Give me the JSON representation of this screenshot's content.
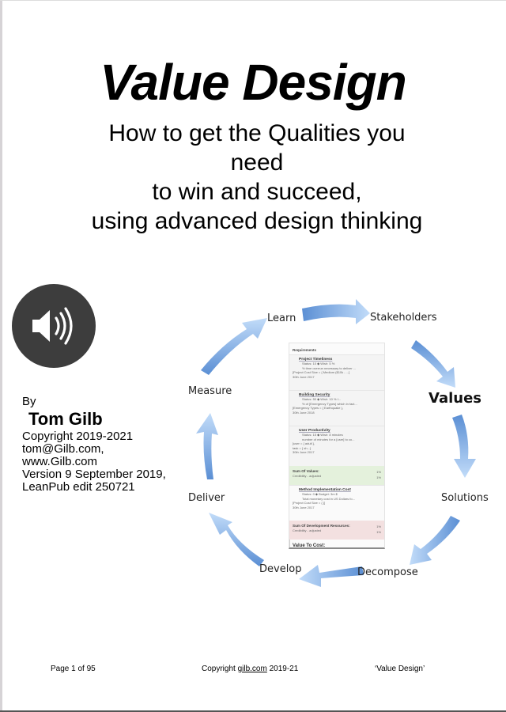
{
  "document": {
    "title": "Value Design",
    "subtitle_lines": [
      "How to get the Qualities you",
      "need",
      "to win and succeed,",
      "using advanced design thinking"
    ],
    "audio_button": {
      "icon": "speaker-icon",
      "label": "Play audio"
    },
    "author": {
      "by": "By",
      "name": "Tom Gilb",
      "lines": [
        "Copyright 2019-2021",
        "tom@Gilb.com,",
        "www.Gilb.com",
        "Version 9 September 2019,",
        "LeanPub edit 250721"
      ]
    },
    "diagram": {
      "cycle_labels": {
        "learn": "Learn",
        "stakeholders": "Stakeholders",
        "values": "Values",
        "solutions": "Solutions",
        "decompose": "Decompose",
        "develop": "Develop",
        "deliver": "Deliver",
        "measure": "Measure"
      },
      "arrow_colors": {
        "dark": "#5b8fd4",
        "light": "#b9d6f7"
      },
      "card": {
        "header": "Requirements",
        "requirements": [
          {
            "title": "Project Timeliness",
            "status": "Status: 10 ◆  Wish: 5 %",
            "desc": "% time overrun necessary to deliver ...",
            "scope": "[Project Cost Size = { Medium ($10k - ...]",
            "date": "30th June 2017"
          },
          {
            "title": "Building Security",
            "status": "Status: 50 ◆  Wish: 10 % I...",
            "desc": "% of [Emergency Types] which in fact...",
            "scope": "[Emergency Types = { Earthquake },",
            "date": "30th June 2018"
          },
          {
            "title": "User Productivity",
            "status": "Status: 15 ◆  Wish: 8 minutes",
            "desc": "number of minutes for a [user] to co...",
            "scope": "[user = { adult },",
            "scope2": "task = { sh...}",
            "date": "30th June 2017"
          }
        ],
        "sum_values": {
          "title": "Sum Of Values:",
          "sub": "Credibility - adjusted",
          "side1": "1%",
          "side2": "1%"
        },
        "cost": {
          "title": "Method Implementation Cost",
          "status": "Status: 0 ◆  Budget: 3m $",
          "desc": "Total monetary cost in US Dollars fo...",
          "scope": "[Project Cost Size = { }]",
          "date": "30th June 2017"
        },
        "sum_resources": {
          "title": "Sum Of Development Resources:",
          "sub": "Credibility - adjusted",
          "side1": "1%",
          "side2": "1%"
        },
        "value_to_cost": "Value To Cost:"
      }
    },
    "footer": {
      "page": "Page 1 of 95",
      "copyright_prefix": "Copyright ",
      "copyright_link": "gilb.com",
      "copyright_suffix": " 2019-21",
      "book_title": "‘Value Design’"
    }
  }
}
